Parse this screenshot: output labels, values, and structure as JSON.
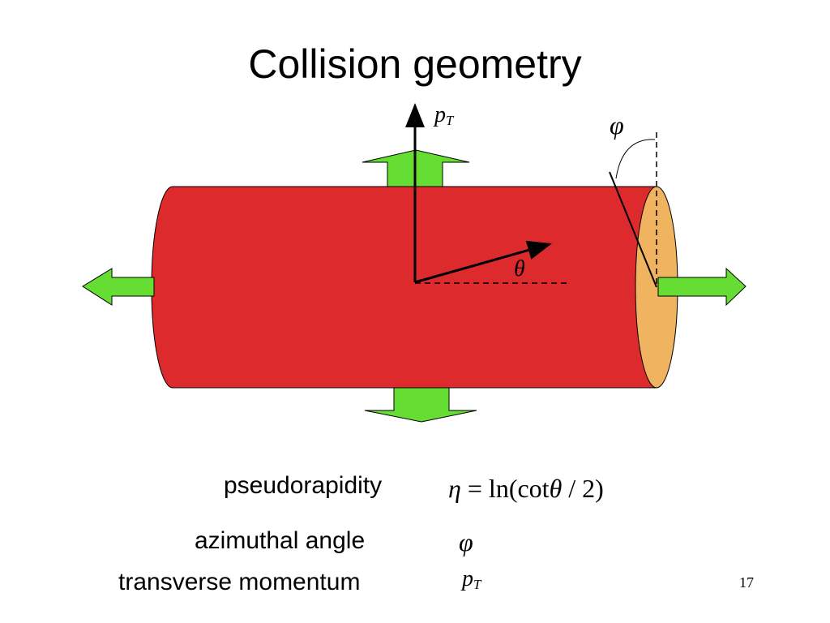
{
  "slide": {
    "title": "Collision geometry",
    "page_number": "17"
  },
  "diagram": {
    "symbols": {
      "pt_letter": "p",
      "pt_sub": "T",
      "phi": "φ",
      "theta": "θ"
    },
    "colors": {
      "cylinder": "#dc2a2d",
      "end_cap": "#f0b460",
      "arrows": "#66dd33",
      "outline": "#000000"
    }
  },
  "legend": {
    "pseudorapidity": {
      "label": "pseudorapidity",
      "eta": "η",
      "eq": "=",
      "ln_open": "ln(cot",
      "theta": "θ",
      "rest": "/ 2)"
    },
    "azimuthal": {
      "label": "azimuthal angle",
      "symbol": "φ"
    },
    "transverse": {
      "label": "transverse momentum",
      "letter": "p",
      "sub": "T"
    }
  }
}
